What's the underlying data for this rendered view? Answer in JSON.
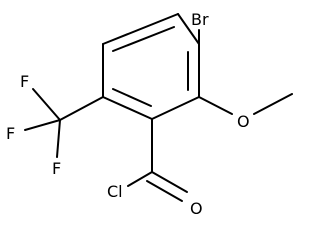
{
  "structure": {
    "atoms": {
      "bromine": "Br",
      "methoxy_oxygen": "O",
      "carbonyl_oxygen": "O",
      "chlorine": "Cl",
      "fluorine_1": "F",
      "fluorine_2": "F",
      "fluorine_3": "F"
    }
  }
}
